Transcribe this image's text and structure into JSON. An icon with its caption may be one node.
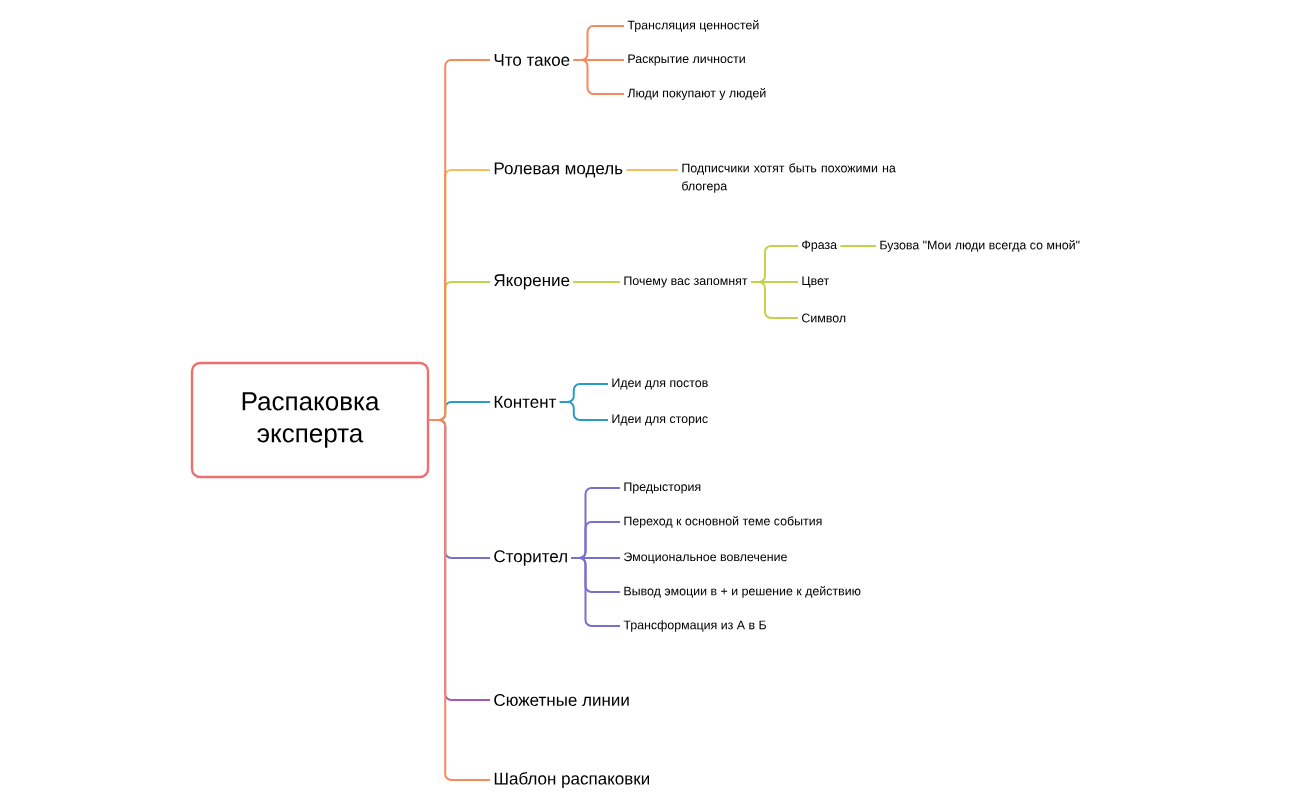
{
  "diagram": {
    "nodes": [
      {
        "text": [
          "Распаковка эксперта"
        ]
      },
      {
        "text": [
          "Что такое"
        ]
      },
      {
        "text": [
          "Трансляция ценностей"
        ]
      },
      {
        "text": [
          "Раскрытие личности"
        ]
      },
      {
        "text": [
          "Люди покупают у людей"
        ]
      },
      {
        "text": [
          "Ролевая модель"
        ]
      },
      {
        "text": [
          "Подписчики хотят быть похожими на блогера"
        ]
      },
      {
        "text": [
          "Якорение"
        ]
      },
      {
        "text": [
          "Почему вас запомнят"
        ]
      },
      {
        "text": [
          "Фраза"
        ]
      },
      {
        "text": [
          "Бузова \"Мои люди всегда со мной\""
        ]
      },
      {
        "text": [
          "Цвет"
        ]
      },
      {
        "text": [
          "Символ"
        ]
      },
      {
        "text": [
          "Контент"
        ]
      },
      {
        "text": [
          "Идеи для постов"
        ]
      },
      {
        "text": [
          "Идеи для сторис"
        ]
      },
      {
        "text": [
          "Сторител"
        ]
      },
      {
        "text": [
          "Предыстория"
        ]
      },
      {
        "text": [
          "Переход к основной теме события"
        ]
      },
      {
        "text": [
          "Эмоциональное вовлечение"
        ]
      },
      {
        "text": [
          "Вывод эмоции в + и решение к действию"
        ]
      },
      {
        "text": [
          "Трансформация из А в Б"
        ]
      },
      {
        "text": [
          "Сюжетные линии"
        ]
      },
      {
        "text": [
          "Шаблон распаковки"
        ]
      }
    ],
    "edges": [
      {
        "from": 0,
        "to": 1,
        "arrow": "none",
        "color": "#f58a5e"
      },
      {
        "from": 1,
        "to": 2,
        "arrow": "none",
        "color": "#f58a5e"
      },
      {
        "from": 1,
        "to": 3,
        "arrow": "none",
        "color": "#f58a5e"
      },
      {
        "from": 1,
        "to": 4,
        "arrow": "none",
        "color": "#f58a5e"
      },
      {
        "from": 0,
        "to": 5,
        "arrow": "none",
        "color": "#f8bd5b"
      },
      {
        "from": 5,
        "to": 6,
        "arrow": "none",
        "color": "#f8bd5b"
      },
      {
        "from": 0,
        "to": 7,
        "arrow": "none",
        "color": "#c2d24b"
      },
      {
        "from": 7,
        "to": 8,
        "arrow": "none",
        "color": "#c2d24b"
      },
      {
        "from": 8,
        "to": 9,
        "arrow": "none",
        "color": "#c2d24b"
      },
      {
        "from": 9,
        "to": 10,
        "arrow": "none",
        "color": "#c2d24b"
      },
      {
        "from": 8,
        "to": 11,
        "arrow": "none",
        "color": "#c2d24b"
      },
      {
        "from": 8,
        "to": 12,
        "arrow": "none",
        "color": "#c2d24b"
      },
      {
        "from": 0,
        "to": 13,
        "arrow": "none",
        "color": "#2b9bc6"
      },
      {
        "from": 13,
        "to": 14,
        "arrow": "none",
        "color": "#2b9bc6"
      },
      {
        "from": 13,
        "to": 15,
        "arrow": "none",
        "color": "#2b9bc6"
      },
      {
        "from": 0,
        "to": 16,
        "arrow": "none",
        "color": "#7670cc"
      },
      {
        "from": 16,
        "to": 17,
        "arrow": "none",
        "color": "#7670cc"
      },
      {
        "from": 16,
        "to": 18,
        "arrow": "none",
        "color": "#7670cc"
      },
      {
        "from": 16,
        "to": 19,
        "arrow": "none",
        "color": "#7670cc"
      },
      {
        "from": 16,
        "to": 20,
        "arrow": "none",
        "color": "#7670cc"
      },
      {
        "from": 16,
        "to": 21,
        "arrow": "none",
        "color": "#7670cc"
      },
      {
        "from": 0,
        "to": 22,
        "arrow": "none",
        "color": "#a35cb8"
      },
      {
        "from": 0,
        "to": 23,
        "arrow": "none",
        "color": "#f58a5e"
      }
    ]
  }
}
